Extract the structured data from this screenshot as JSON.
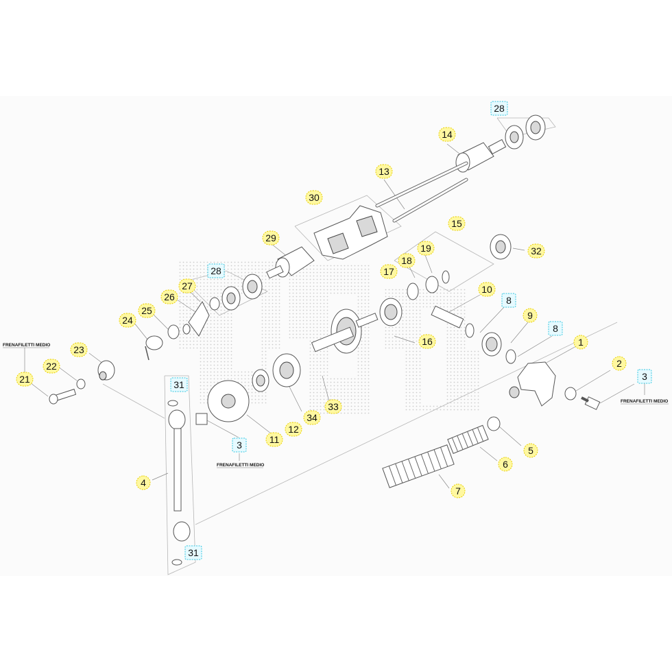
{
  "diagram": {
    "colors": {
      "background": "#ffffff",
      "callout_fill": "#fff8a0",
      "callout_fill_highlight": "#e6faff",
      "callout_border": "#e8d000",
      "callout_border_highlight": "#33c7e0",
      "part_stroke": "#555555",
      "leader": "#8a8a8a",
      "watermark": "#cfcfcf"
    },
    "watermark_icon": "dotted-logo-watermark",
    "callouts": [
      {
        "id": "c28a",
        "label": "28",
        "style": "highlight"
      },
      {
        "id": "c14",
        "label": "14",
        "style": "normal"
      },
      {
        "id": "c13",
        "label": "13",
        "style": "normal"
      },
      {
        "id": "c30",
        "label": "30",
        "style": "normal"
      },
      {
        "id": "c15",
        "label": "15",
        "style": "normal"
      },
      {
        "id": "c29",
        "label": "29",
        "style": "normal"
      },
      {
        "id": "c19",
        "label": "19",
        "style": "normal"
      },
      {
        "id": "c18",
        "label": "18",
        "style": "normal"
      },
      {
        "id": "c32",
        "label": "32",
        "style": "normal"
      },
      {
        "id": "c28b",
        "label": "28",
        "style": "highlight"
      },
      {
        "id": "c17",
        "label": "17",
        "style": "normal"
      },
      {
        "id": "c27",
        "label": "27",
        "style": "normal"
      },
      {
        "id": "c10",
        "label": "10",
        "style": "normal"
      },
      {
        "id": "c26",
        "label": "26",
        "style": "normal"
      },
      {
        "id": "c8a",
        "label": "8",
        "style": "highlight"
      },
      {
        "id": "c25",
        "label": "25",
        "style": "normal"
      },
      {
        "id": "c9",
        "label": "9",
        "style": "normal"
      },
      {
        "id": "c24",
        "label": "24",
        "style": "normal"
      },
      {
        "id": "c8b",
        "label": "8",
        "style": "highlight"
      },
      {
        "id": "c1",
        "label": "1",
        "style": "normal"
      },
      {
        "id": "c16",
        "label": "16",
        "style": "normal"
      },
      {
        "id": "c23",
        "label": "23",
        "style": "normal"
      },
      {
        "id": "c22",
        "label": "22",
        "style": "normal"
      },
      {
        "id": "c2",
        "label": "2",
        "style": "normal"
      },
      {
        "id": "c21",
        "label": "21",
        "style": "normal"
      },
      {
        "id": "c3a",
        "label": "3",
        "style": "highlight"
      },
      {
        "id": "c31a",
        "label": "31",
        "style": "highlight"
      },
      {
        "id": "c33",
        "label": "33",
        "style": "normal"
      },
      {
        "id": "c34",
        "label": "34",
        "style": "normal"
      },
      {
        "id": "c12",
        "label": "12",
        "style": "normal"
      },
      {
        "id": "c11",
        "label": "11",
        "style": "normal"
      },
      {
        "id": "c3b",
        "label": "3",
        "style": "highlight"
      },
      {
        "id": "c5",
        "label": "5",
        "style": "normal"
      },
      {
        "id": "c6",
        "label": "6",
        "style": "normal"
      },
      {
        "id": "c4",
        "label": "4",
        "style": "normal"
      },
      {
        "id": "c7",
        "label": "7",
        "style": "normal"
      },
      {
        "id": "c31b",
        "label": "31",
        "style": "highlight"
      }
    ],
    "notes": [
      {
        "id": "n1",
        "text": "FRENAFILETTI MEDIO"
      },
      {
        "id": "n2",
        "text": "FRENAFILETTI MEDIO"
      },
      {
        "id": "n3",
        "text": "FRENAFILETTI MEDIO"
      }
    ]
  }
}
